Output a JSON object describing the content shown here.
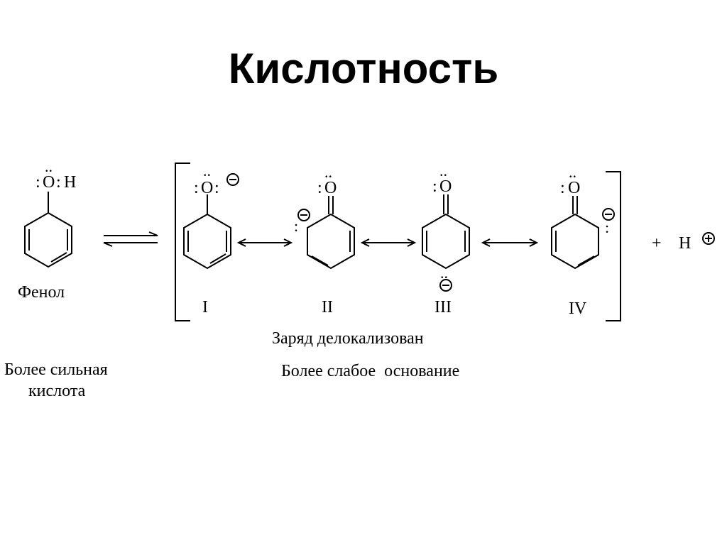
{
  "slide": {
    "title": "Кислотность"
  },
  "diagram": {
    "phenol": {
      "name": "Фенол",
      "o_atom": "O",
      "h_atom": "H",
      "lone_pair": ":"
    },
    "resonance": {
      "labels": [
        "I",
        "II",
        "III",
        "IV"
      ],
      "oxygen_atom": "O",
      "lone_pair": ":",
      "double_dot": "..",
      "charge": "⊖"
    },
    "proton": {
      "plus_sign": "+",
      "atom": "H",
      "charge": "⊕"
    },
    "captions": {
      "delocalized": "Заряд делокализован",
      "weaker_base": "Более слабое  основание",
      "stronger_acid_line1": "Более сильная",
      "stronger_acid_line2": "кислота"
    }
  }
}
